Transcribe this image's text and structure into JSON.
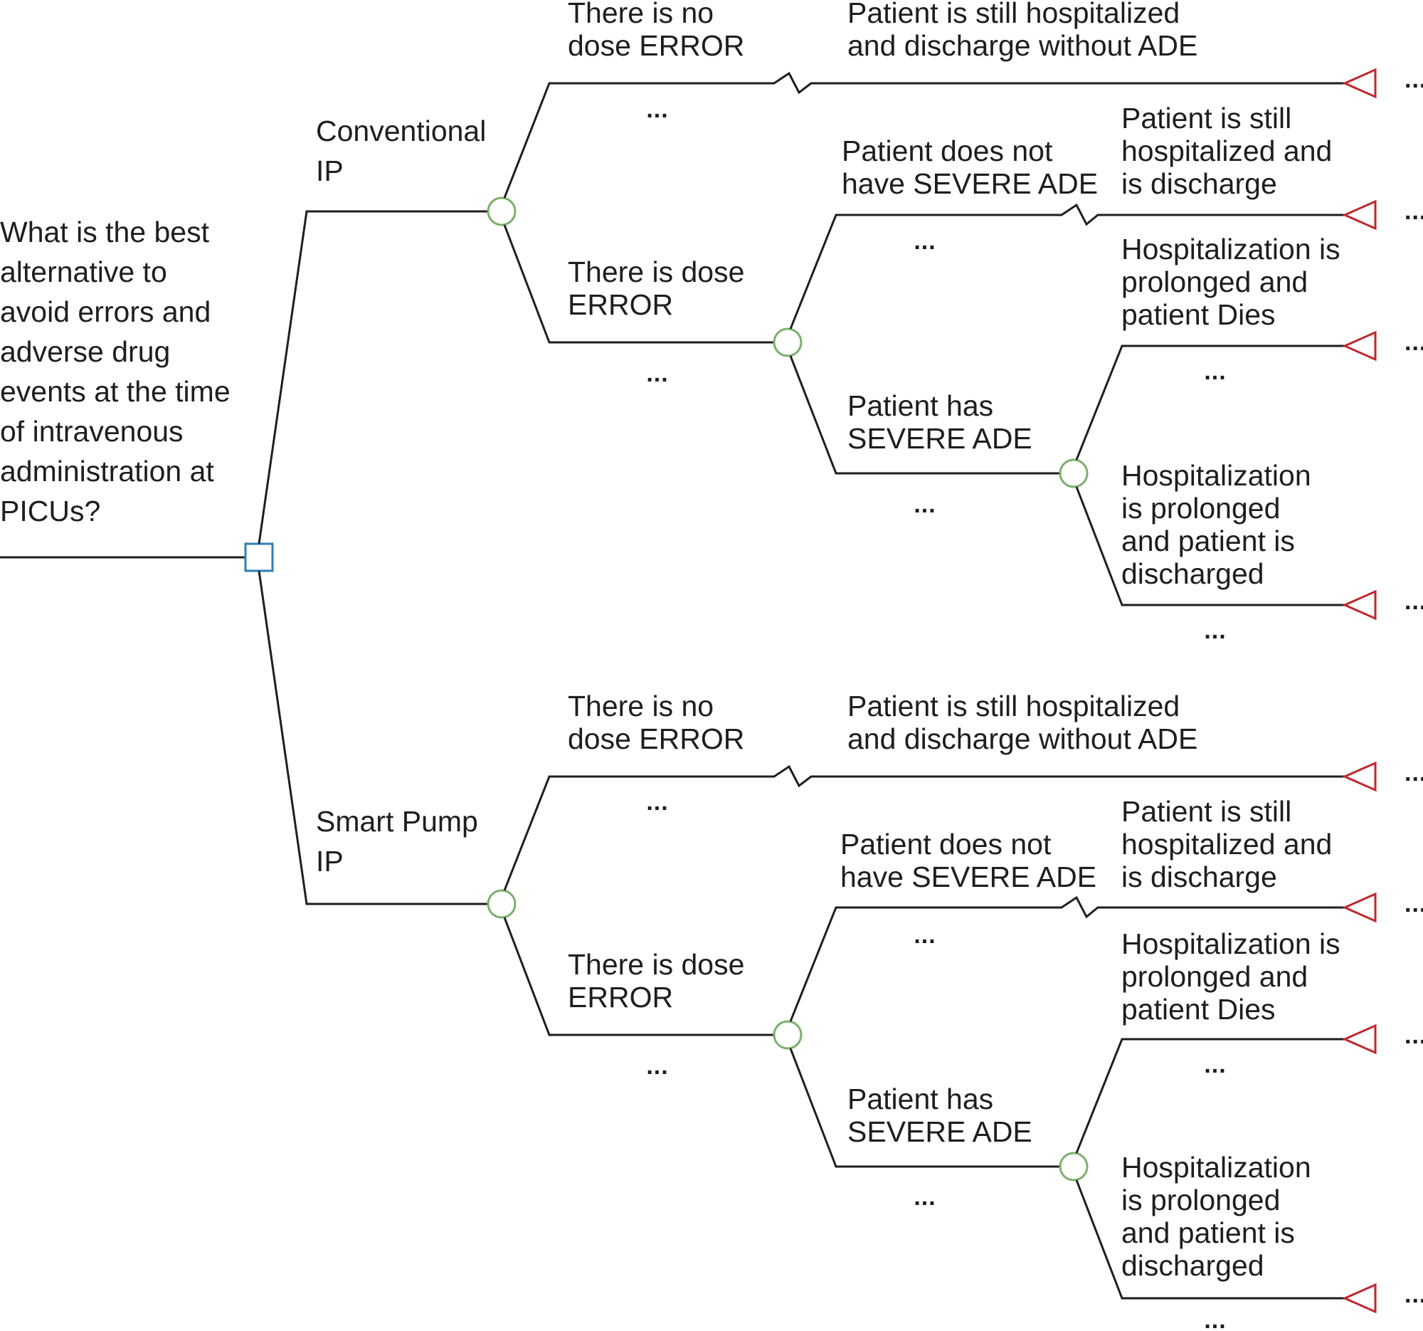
{
  "colors": {
    "line": "#1e1e1e",
    "decision_node": "#2f7fb5",
    "chance_node": "#7ab06a",
    "terminal_node": "#c0272d"
  },
  "question": {
    "lines": [
      "What is the best",
      "alternative to",
      "avoid errors and",
      "adverse drug",
      "events at the time",
      "of intravenous",
      "administration at",
      "PICUs?"
    ]
  },
  "placeholder": "...",
  "arms": [
    {
      "label_lines": [
        "Conventional",
        "IP"
      ],
      "no_error": {
        "label_lines": [
          "There is no",
          "dose ERROR"
        ],
        "outcome_lines": [
          "Patient is still hospitalized",
          "and discharge without ADE"
        ]
      },
      "error": {
        "label_lines": [
          "There is dose",
          "ERROR"
        ],
        "no_severe": {
          "label_lines": [
            "Patient does not",
            "have SEVERE ADE"
          ],
          "outcome_lines": [
            "Patient is still",
            "hospitalized and",
            "is discharge"
          ]
        },
        "severe": {
          "label_lines": [
            "Patient has",
            "SEVERE ADE"
          ],
          "dies_lines": [
            "Hospitalization is",
            "prolonged and",
            "patient Dies"
          ],
          "discharged_lines": [
            "Hospitalization",
            "is prolonged",
            "and patient is",
            "discharged"
          ]
        }
      }
    },
    {
      "label_lines": [
        "Smart Pump",
        "IP"
      ],
      "no_error": {
        "label_lines": [
          "There is no",
          "dose ERROR"
        ],
        "outcome_lines": [
          "Patient is still hospitalized",
          "and discharge without ADE"
        ]
      },
      "error": {
        "label_lines": [
          "There is dose",
          "ERROR"
        ],
        "no_severe": {
          "label_lines": [
            "Patient does not",
            "have SEVERE ADE"
          ],
          "outcome_lines": [
            "Patient is still",
            "hospitalized and",
            "is discharge"
          ]
        },
        "severe": {
          "label_lines": [
            "Patient has",
            "SEVERE ADE"
          ],
          "dies_lines": [
            "Hospitalization is",
            "prolonged and",
            "patient Dies"
          ],
          "discharged_lines": [
            "Hospitalization",
            "is prolonged",
            "and patient is",
            "discharged"
          ]
        }
      }
    }
  ]
}
